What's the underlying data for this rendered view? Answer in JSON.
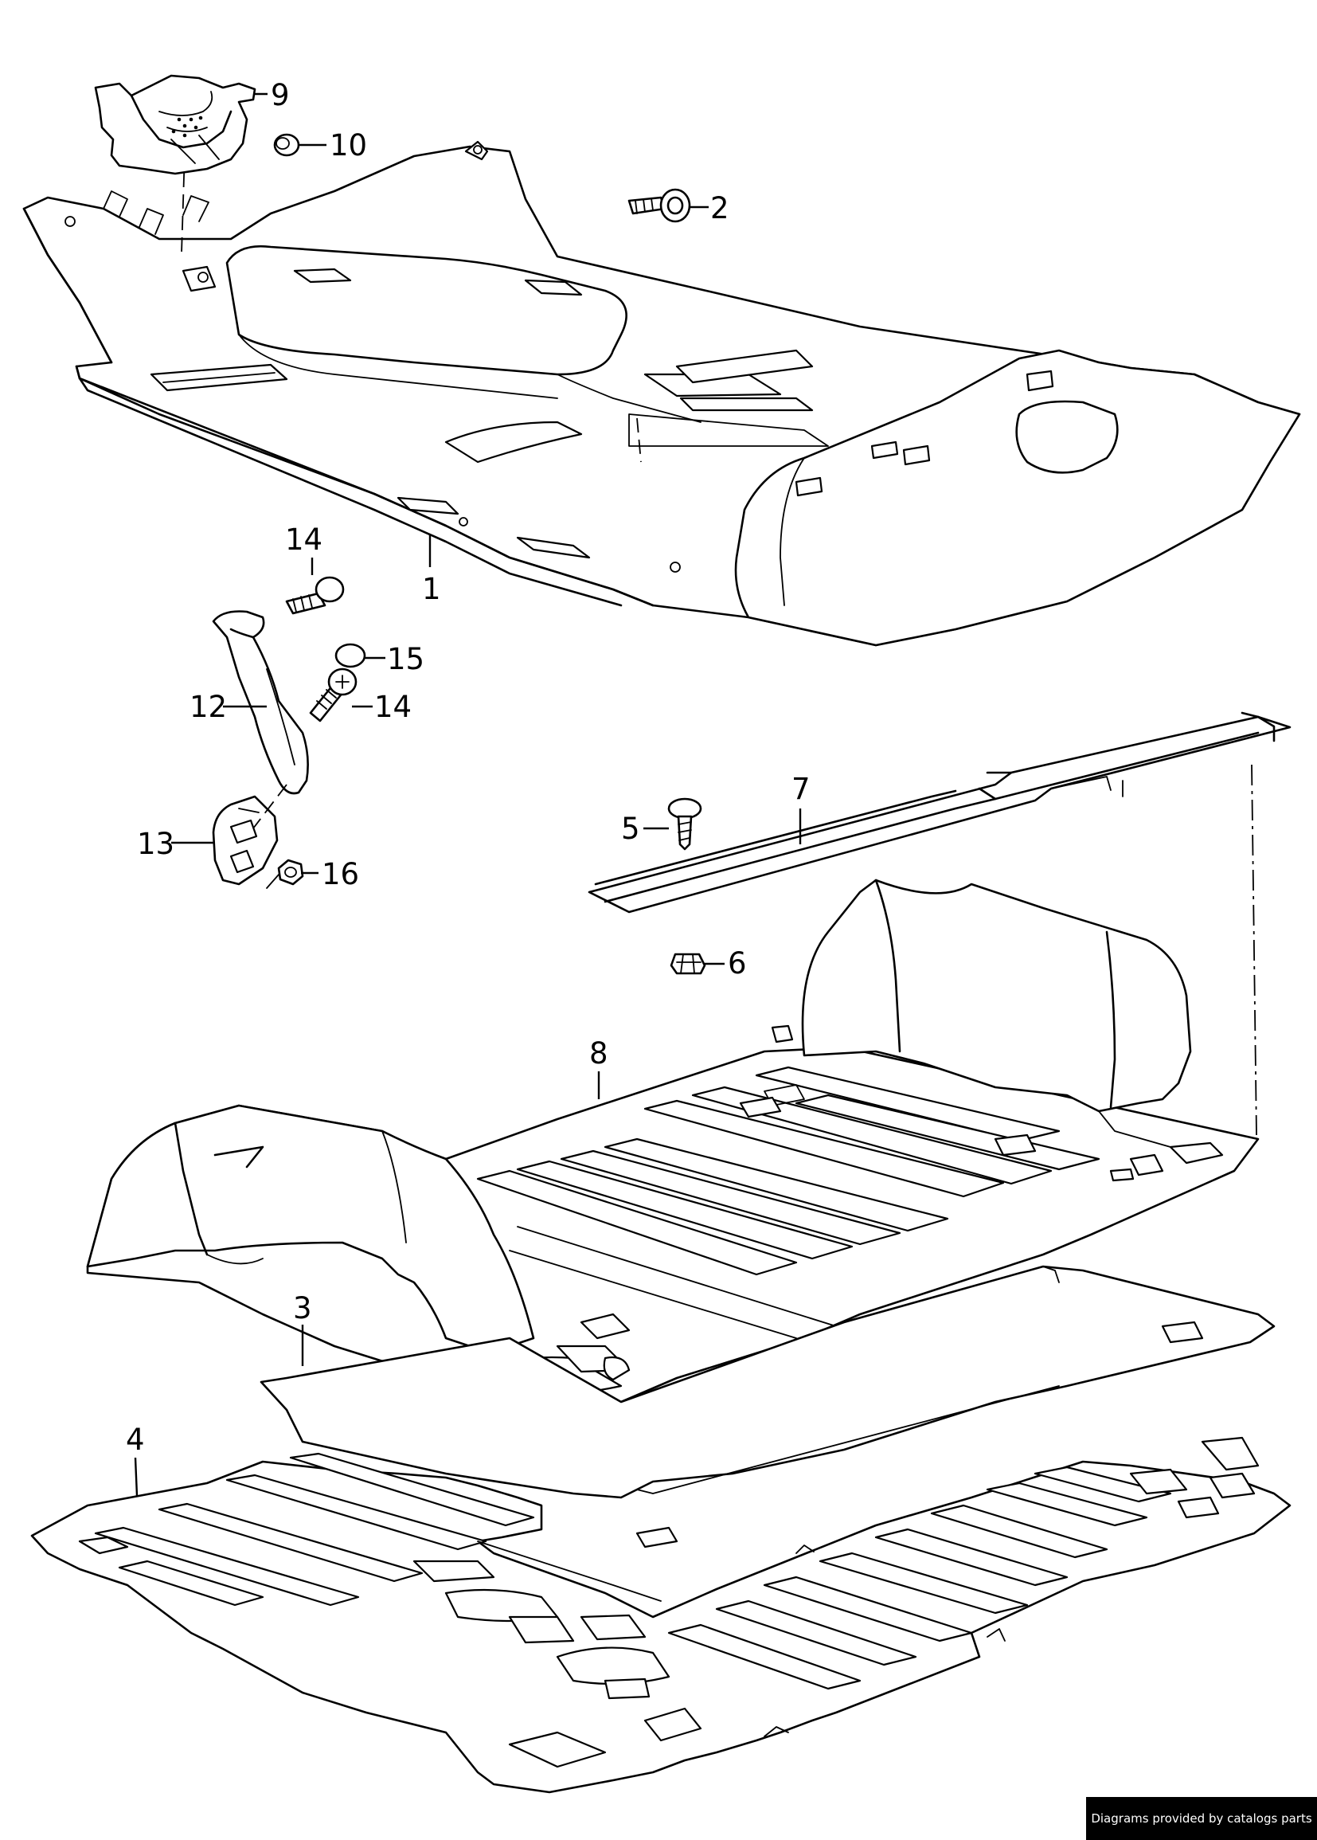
{
  "callouts": [
    {
      "id": "1",
      "label": "1"
    },
    {
      "id": "2",
      "label": "2"
    },
    {
      "id": "3",
      "label": "3"
    },
    {
      "id": "4",
      "label": "4"
    },
    {
      "id": "5",
      "label": "5"
    },
    {
      "id": "6",
      "label": "6"
    },
    {
      "id": "7",
      "label": "7"
    },
    {
      "id": "8",
      "label": "8"
    },
    {
      "id": "9",
      "label": "9"
    },
    {
      "id": "10",
      "label": "10"
    },
    {
      "id": "12",
      "label": "12"
    },
    {
      "id": "13",
      "label": "13"
    },
    {
      "id": "14a",
      "label": "14"
    },
    {
      "id": "14b",
      "label": "14"
    },
    {
      "id": "15",
      "label": "15"
    },
    {
      "id": "16",
      "label": "16"
    }
  ],
  "footer": {
    "credit": "Diagrams provided by catalogs parts"
  }
}
